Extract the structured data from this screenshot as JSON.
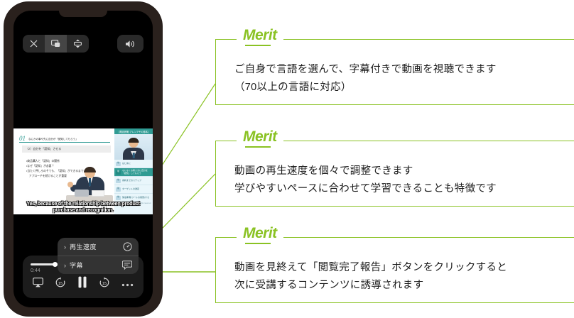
{
  "phone": {
    "top_controls": [
      {
        "name": "close",
        "icon": "close-icon"
      },
      {
        "name": "picture-in-picture",
        "icon": "pip-icon"
      },
      {
        "name": "expand",
        "icon": "expand-icon"
      }
    ],
    "volume_icon": "volume-icon",
    "slide": {
      "number": "01",
      "header_text": "なにかの事や先に自分が「認知してもらう」",
      "subheading": "（2）自分を「認知」させる",
      "bullets": [
        "・商品購入と「認知」の関係",
        "・なぜ「認知」が必要？",
        "・当たく押しろのそても、「認知」ができるまで",
        "　アプローチを続けることが重要"
      ],
      "sidebar": {
        "title": "[電話営業] アレンアその基本]",
        "items": [
          {
            "badge": "動",
            "label": "はじめに",
            "active": false
          },
          {
            "badge": "動",
            "label": "もになくお客さまに自分を「認知」してもらう",
            "active": true
          },
          {
            "badge": "動",
            "label": "成約までのステップ",
            "active": false
          },
          {
            "badge": "動",
            "label": "ターゲットの選定",
            "active": false
          },
          {
            "badge": "動",
            "label": "架電準備(つ一ルの用意)する",
            "active": false
          }
        ],
        "footer": "Copyright © 20XX Co.,Ltd. All rights reserved."
      },
      "subtitle_line_1": "Yes, because of the relationship between product",
      "subtitle_line_2": "purchase and recognition."
    },
    "player": {
      "current_time": "0:44",
      "remaining_time": "- - -",
      "controls": [
        {
          "name": "airplay",
          "icon": "airplay-icon"
        },
        {
          "name": "rewind-15",
          "icon": "rewind-15-icon",
          "label": "15"
        },
        {
          "name": "pause",
          "icon": "pause-icon"
        },
        {
          "name": "forward-15",
          "icon": "forward-15-icon",
          "label": "15"
        },
        {
          "name": "more",
          "icon": "more-icon"
        }
      ]
    },
    "menu": [
      {
        "chevron": "›",
        "label": "再生速度",
        "icon": "speedometer-icon"
      },
      {
        "chevron": "›",
        "label": "字幕",
        "icon": "caption-icon"
      }
    ]
  },
  "cards": [
    {
      "tag": "Merit",
      "lines": [
        "ご自身で言語を選んで、字幕付きで動画を視聴できます",
        "（70以上の言語に対応）"
      ]
    },
    {
      "tag": "Merit",
      "lines": [
        "動画の再生速度を個々で調整できます",
        "学びやすいペースに合わせて学習できることも特徴です"
      ]
    },
    {
      "tag": "Merit",
      "lines": [
        "動画を見終えて「閲覧完了報告」ボタンをクリックすると",
        "次に受講するコンテンツに誘導されます"
      ]
    }
  ],
  "colors": {
    "accent_green": "#8ac223",
    "phone_frame": "#2a211d",
    "slide_teal": "#2f9b93",
    "text_dark": "#1d1d1d"
  }
}
